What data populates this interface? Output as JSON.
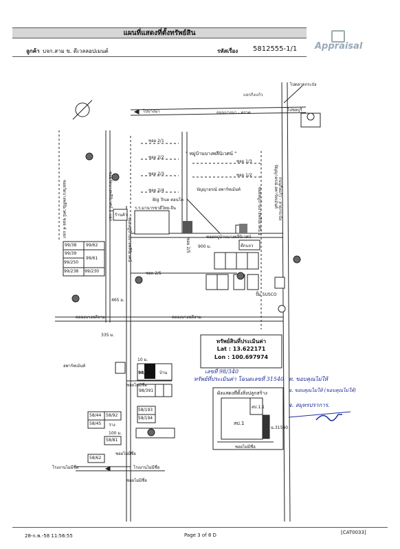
{
  "header": {
    "title": "แผนที่แสดงที่ตั้งทรัพย์สิน",
    "customer_label": "ลูกค้า",
    "customer_value": "บจก.สาม ข. ดีเวลลอปเมนต์",
    "ref_label": "รหัสเรื่อง",
    "ref_value": "5812555-1/1",
    "logo_text": "Appraisal"
  },
  "map": {
    "top_right_label": "ไปตลาดกระบัง",
    "intersection": "แยกกิ่งแก้ว",
    "road_west": "ไปบางนา",
    "road_name": "ถนนบางนา - ตราด",
    "road_east": "ไปชลบุรี",
    "vertical_road": "ถนนกิ่งแก้ว - ลาดกระบัง",
    "village_name": "\" หมู่บ้านบางพลีนิเวศน์ \"",
    "soi_labels": [
      "ซอย 2/1",
      "ซอย 2/2",
      "ซอย 2/3",
      "ซอย 2/4",
      "ซอย 1/3",
      "ซอย 1/2",
      "ซอย 2/5",
      "ซอย 2/5"
    ],
    "school": "ร.ร.มานารชาตีไทย-จีน",
    "company": "บัญญาอรณ์ อพาร์ทเม้นท์",
    "big_true": "Big True คอนโด",
    "market": "ร้านค้า",
    "shop_right": "ตึกแถว",
    "main_soi": "ซอยหมู่บ้านบางพลีนิเวศน์",
    "dist_900": "900 ม.",
    "dist_465": "465 ม.",
    "dist_335": "335 ม.",
    "dist_10": "10 ม.",
    "dist_100": "100 ม.",
    "canal": "คลองบางพลีจาม",
    "canal2": "คลองบางพลีจาม",
    "susco": "ปั๊ม SUSCO",
    "house_nos": [
      "99/38",
      "99/62",
      "99/39",
      "99/61",
      "99/250",
      "99/238",
      "99/230"
    ],
    "lower_nos": [
      "98/340",
      "98/391",
      "58/193",
      "58/194",
      "58/44",
      "58/92",
      "58/45",
      "58/81",
      "58/62"
    ],
    "vacant": "ว่าง",
    "workshop": "บ้าน",
    "apartment": "อพาร์ทเม้นท์",
    "soi_lower": "ซอยไม่มีชื่อ",
    "soi_lower2": "ซอยไม่มีชื่อ",
    "factory": "โรงงานไม่มีชื่อ",
    "factory2": "โรงงานไม่มีชื่อ",
    "left_vertical_a": "ซอยวัดบางพลีนิเวศน์ ซอย 4 แยก",
    "left_vertical_b": "ซอยวัดบางพลีนิเวศน์ 5 แยก",
    "left_vertical_c": "ซอยหมู่บ้านบางพลีนิเวศน์",
    "right_vertical": "ซอยหมู่บ้านบางพลีนิเวศน์ 1",
    "apart_label": "ปัญญาอรณ์ อพาร์ทเม้นท์",
    "soi_unnamed": "ซอยไม่มีชื่อ"
  },
  "property_box": {
    "title": "ทรัพย์สินที่ประเมินค่า",
    "lat": "Lat : 13.622171",
    "lon": "Lon : 100.697974"
  },
  "building_box": {
    "title": "ผังแสดงที่ตั้งสิ่งปลูกสร้าง",
    "bldg1": "สป.1",
    "bldg2": "สป.1.1",
    "deed": "ฉ.31540",
    "soi": "ซอยไม่มีชื่อ"
  },
  "handwriting": {
    "line1": "เลขที่ 98/340",
    "line2": "ทรัพย์ที่ประเมินค่า โฉนดเลขที่ 31540",
    "note1": "ท. ขอบคุณไม่ให้",
    "note2": "อ. ขอบคุณไม่ให้ (ขอบคุณไม่ให้)",
    "note3": "จ. สมุทรปราการ."
  },
  "footer": {
    "timestamp": "28-ก.พ.-58 11:56:55",
    "page": "Page 3 of 8 D",
    "code": "[CAT0033]"
  },
  "colors": {
    "ink": "#111111",
    "handwriting": "#1a2a9a",
    "band": "#d6d6d6"
  }
}
